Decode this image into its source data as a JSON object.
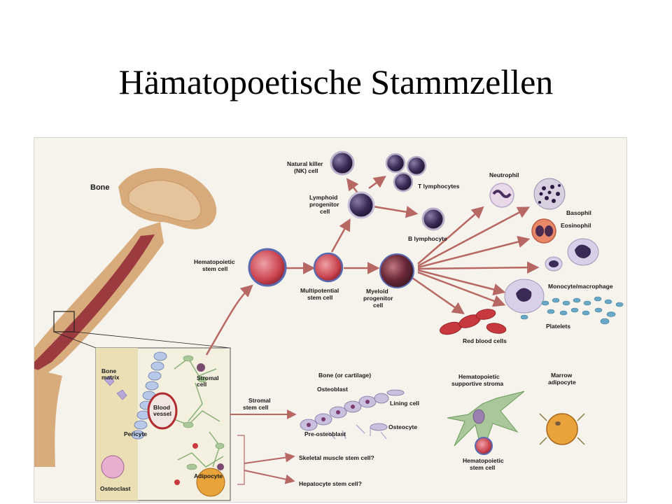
{
  "title": "Hämatopoetische Stammzellen",
  "labels": {
    "bone": "Bone",
    "nk_1": "Natural killer",
    "nk_2": "(NK) cell",
    "t_lymphocytes": "T lymphocytes",
    "lymphoid_1": "Lymphoid",
    "lymphoid_2": "progenitor",
    "lymphoid_3": "cell",
    "b_lymphocyte": "B lymphocyte",
    "hsc_1": "Hematopoietic",
    "hsc_2": "stem cell",
    "multipotential_1": "Multipotential",
    "multipotential_2": "stem cell",
    "myeloid_1": "Myeloid",
    "myeloid_2": "progenitor",
    "myeloid_3": "cell",
    "neutrophil": "Neutrophil",
    "basophil": "Basophil",
    "eosinophil": "Eosinophil",
    "monocyte": "Monocyte/macrophage",
    "platelets": "Platelets",
    "red_blood_cells": "Red blood cells",
    "bone_matrix_1": "Bone",
    "bone_matrix_2": "matrix",
    "stromal_1": "Stromal",
    "stromal_2": "cell",
    "blood_vessel_1": "Blood",
    "blood_vessel_2": "vessel",
    "pericyte": "Pericyte",
    "osteoclast": "Osteoclast",
    "adipocyte": "Adipocyte",
    "stromal_stem_1": "Stromal",
    "stromal_stem_2": "stem cell",
    "bone_cartilage": "Bone (or cartilage)",
    "osteoblast": "Osteoblast",
    "lining_cell": "Lining cell",
    "osteocyte": "Osteocyte",
    "pre_osteoblast": "Pre-osteoblast",
    "supportive_1": "Hematopoietic",
    "supportive_2": "supportive stroma",
    "marrow_1": "Marrow",
    "marrow_2": "adipocyte",
    "hsc_small_1": "Hematopoietic",
    "hsc_small_2": "stem cell",
    "skeletal": "Skeletal muscle stem cell?",
    "hepatocyte": "Hepatocyte stem cell?"
  },
  "colors": {
    "bone_tan": "#d8ab7c",
    "marrow_red": "#9b3a3f",
    "arrow": "#b86864",
    "cell_purple": "#3a2a55",
    "rbc_red": "#c8393f",
    "stroma_green": "#a9c79a",
    "adipocyte_orange": "#e8a33a",
    "figure_bg": "#f6f3ec"
  }
}
